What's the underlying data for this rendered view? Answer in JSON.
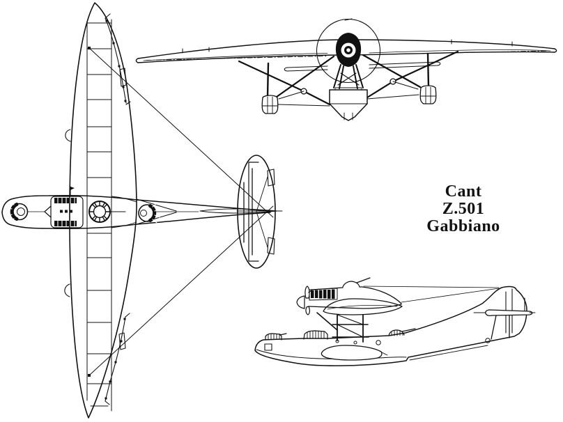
{
  "title": {
    "line1": "Cant",
    "line2": "Z.501",
    "line3": "Gabbiano"
  },
  "colors": {
    "background": "#ffffff",
    "ink": "#111111"
  }
}
